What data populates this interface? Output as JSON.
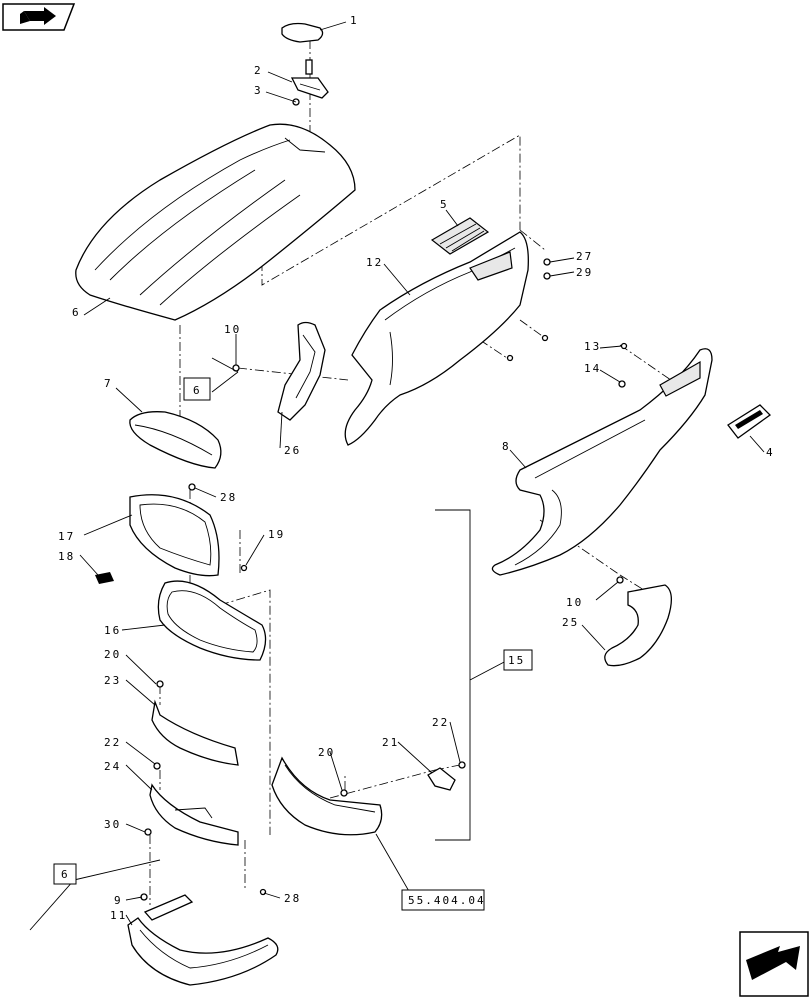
{
  "callouts": {
    "c1": "1",
    "c2": "2",
    "c3": "3",
    "c4": "4",
    "c5": "5",
    "c6": "6",
    "c7": "7",
    "c8": "8",
    "c9": "9",
    "c10a": "10",
    "c10b": "10",
    "c11": "11",
    "c12": "12",
    "c13": "13",
    "c14": "14",
    "c16": "16",
    "c17": "17",
    "c18": "18",
    "c19": "19",
    "c20a": "20",
    "c20b": "20",
    "c21": "21",
    "c22a": "22",
    "c22b": "22",
    "c23": "23",
    "c24": "24",
    "c25": "25",
    "c26": "26",
    "c27": "27",
    "c28a": "28",
    "c28b": "28",
    "c29": "29",
    "c30": "30"
  },
  "refboxes": {
    "ref6_upper": "6",
    "ref6_lower": "6",
    "ref15": "15",
    "section_ref": "55.404.04"
  },
  "icons": {
    "top_left": "book-arrow-icon",
    "bottom_right": "next-page-arrow-icon"
  }
}
